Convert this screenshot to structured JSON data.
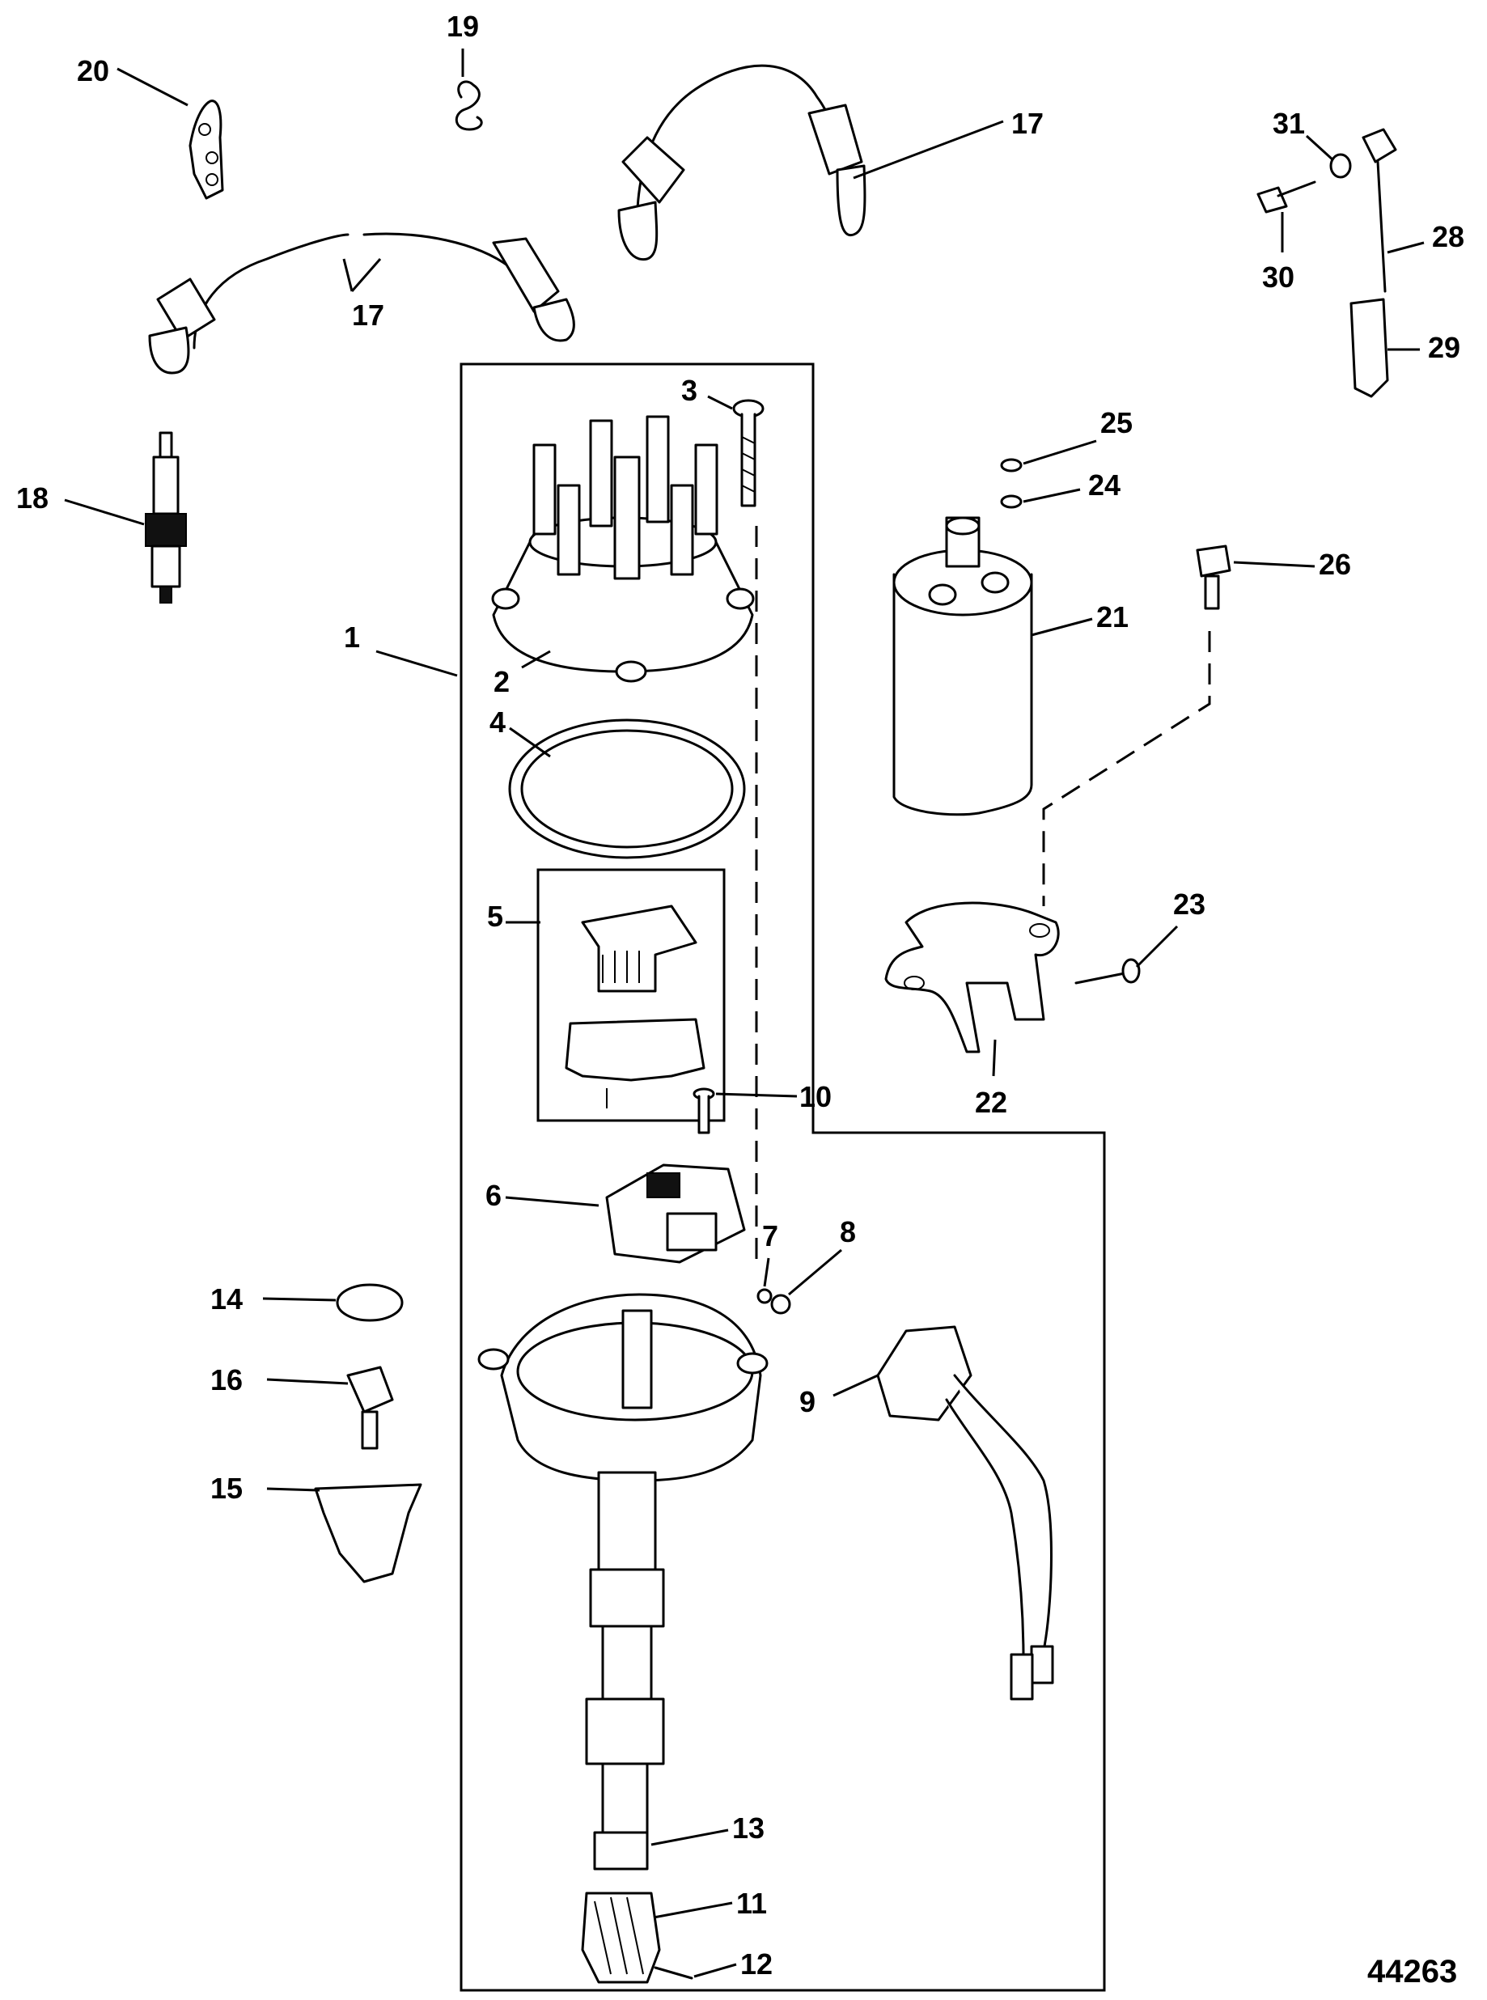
{
  "diagram": {
    "reference_number": "44263",
    "callouts": [
      {
        "id": "1",
        "text": "1"
      },
      {
        "id": "2",
        "text": "2"
      },
      {
        "id": "3",
        "text": "3"
      },
      {
        "id": "4",
        "text": "4"
      },
      {
        "id": "5",
        "text": "5"
      },
      {
        "id": "6",
        "text": "6"
      },
      {
        "id": "7",
        "text": "7"
      },
      {
        "id": "8",
        "text": "8"
      },
      {
        "id": "9",
        "text": "9"
      },
      {
        "id": "10",
        "text": "10"
      },
      {
        "id": "11",
        "text": "11"
      },
      {
        "id": "12",
        "text": "12"
      },
      {
        "id": "13",
        "text": "13"
      },
      {
        "id": "14",
        "text": "14"
      },
      {
        "id": "15",
        "text": "15"
      },
      {
        "id": "16",
        "text": "16"
      },
      {
        "id": "17a",
        "text": "17"
      },
      {
        "id": "17b",
        "text": "17"
      },
      {
        "id": "18",
        "text": "18"
      },
      {
        "id": "19",
        "text": "19"
      },
      {
        "id": "20",
        "text": "20"
      },
      {
        "id": "21",
        "text": "21"
      },
      {
        "id": "22",
        "text": "22"
      },
      {
        "id": "23",
        "text": "23"
      },
      {
        "id": "24",
        "text": "24"
      },
      {
        "id": "25",
        "text": "25"
      },
      {
        "id": "26",
        "text": "26"
      },
      {
        "id": "28",
        "text": "28"
      },
      {
        "id": "29",
        "text": "29"
      },
      {
        "id": "30",
        "text": "30"
      },
      {
        "id": "31",
        "text": "31"
      }
    ]
  }
}
